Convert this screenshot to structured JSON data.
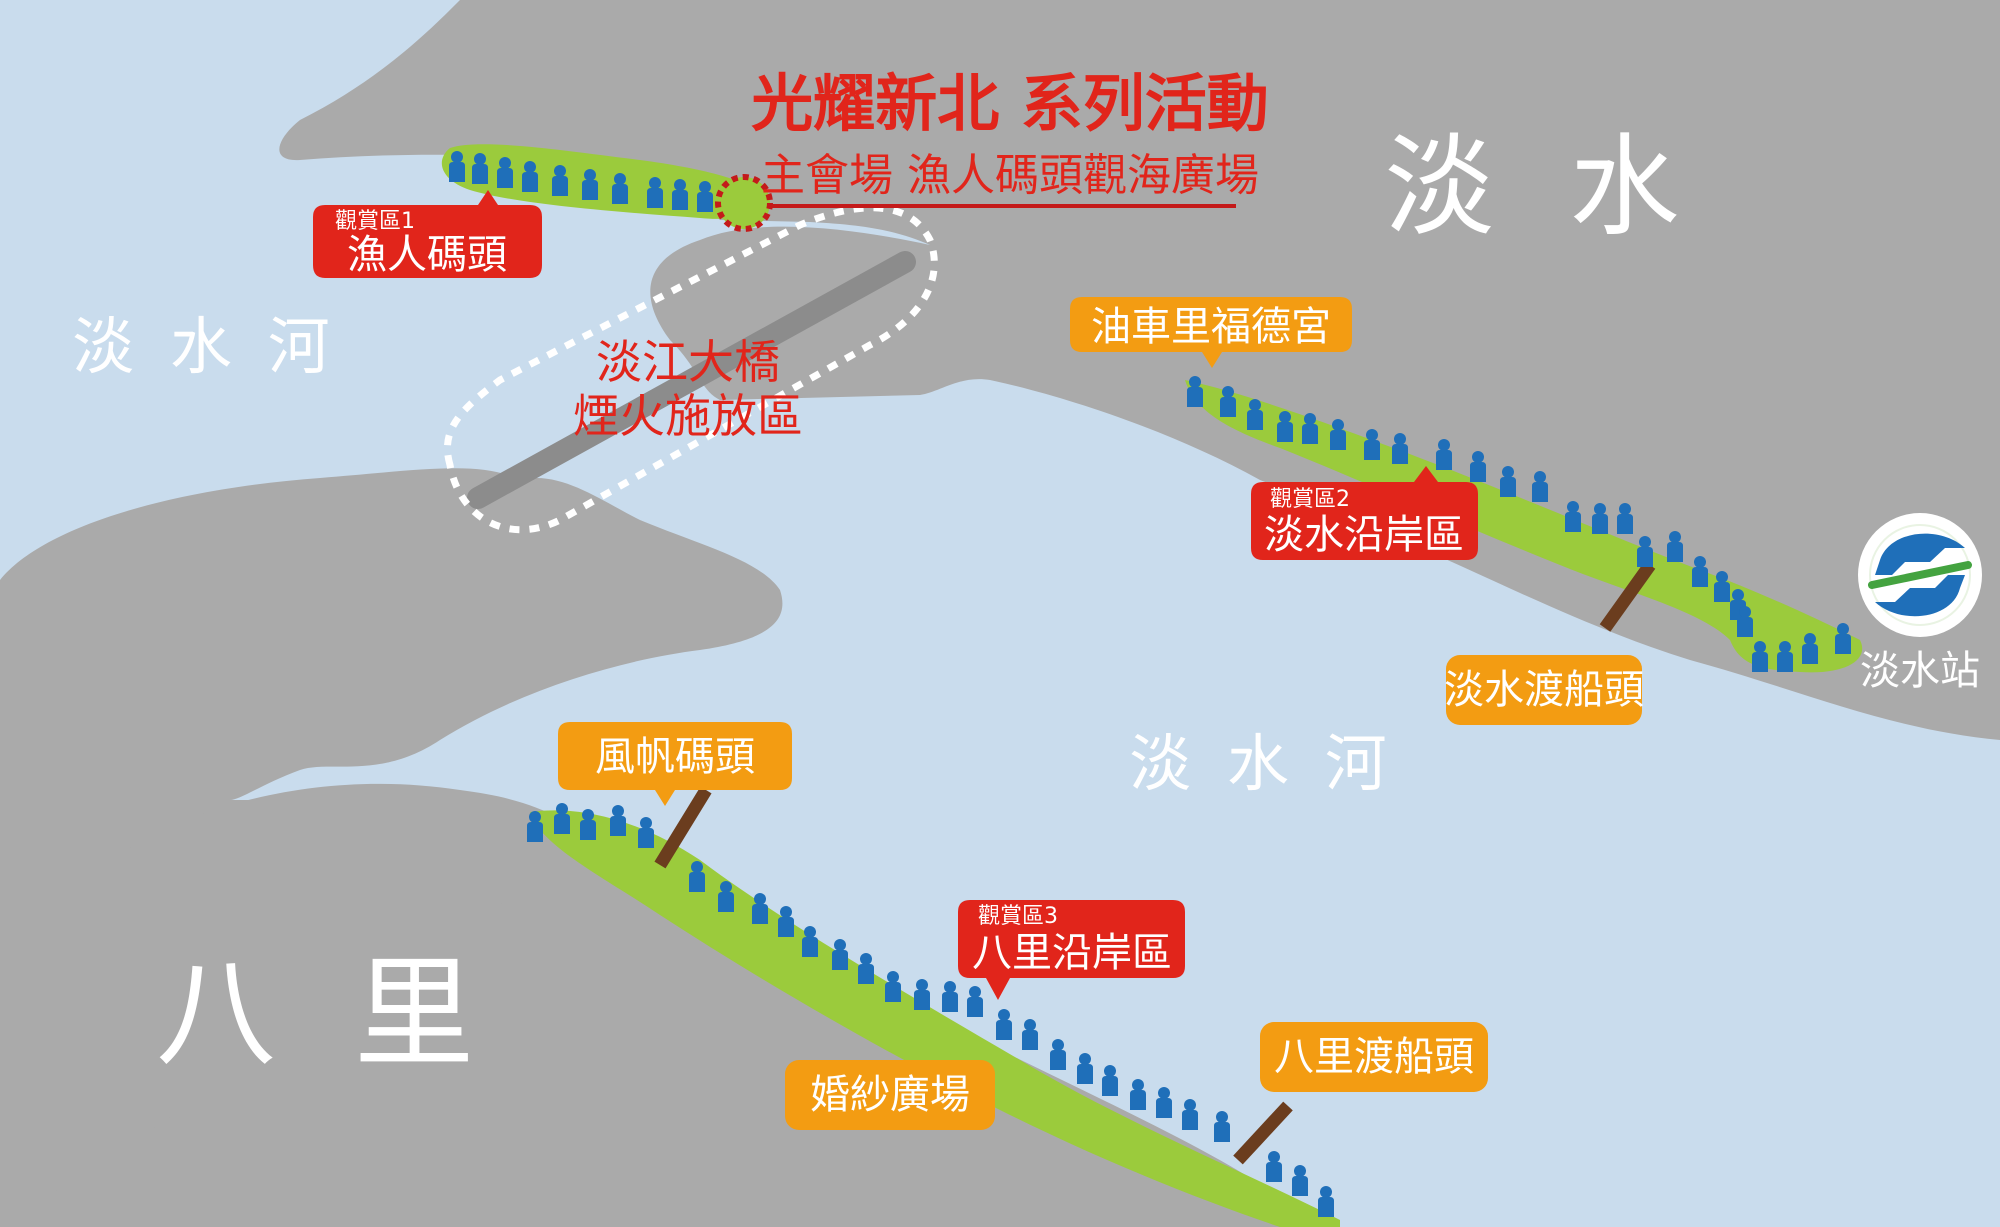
{
  "title": {
    "main": "光耀新北 系列活動",
    "sub": "主會場 漁人碼頭觀海廣場"
  },
  "regions": {
    "tamsui": "淡 水",
    "bali": "八 里",
    "river_west": "淡 水 河",
    "river_center": "淡 水 河"
  },
  "fireworks": {
    "line1": "淡江大橋",
    "line2": "煙火施放區"
  },
  "viewing_zones": [
    {
      "label": "觀賞區1",
      "name": "漁人碼頭"
    },
    {
      "label": "觀賞區2",
      "name": "淡水沿岸區"
    },
    {
      "label": "觀賞區3",
      "name": "八里沿岸區"
    }
  ],
  "landmarks": {
    "fude_temple": "油車里福德宮",
    "tamsui_ferry": "淡水渡船頭",
    "fengfan_wharf": "風帆碼頭",
    "bali_ferry": "八里渡船頭",
    "wedding_plaza": "婚紗廣場"
  },
  "station": {
    "name": "淡水站",
    "icon": "mrt-logo-icon"
  },
  "colors": {
    "water": "#c9dced",
    "land": "#aaaaaa",
    "shore": "#9bcb3c",
    "crowd": "#1f6fb9",
    "red_label": "#e1251b",
    "orange_label": "#f39c12",
    "pier": "#6b3d1e"
  }
}
